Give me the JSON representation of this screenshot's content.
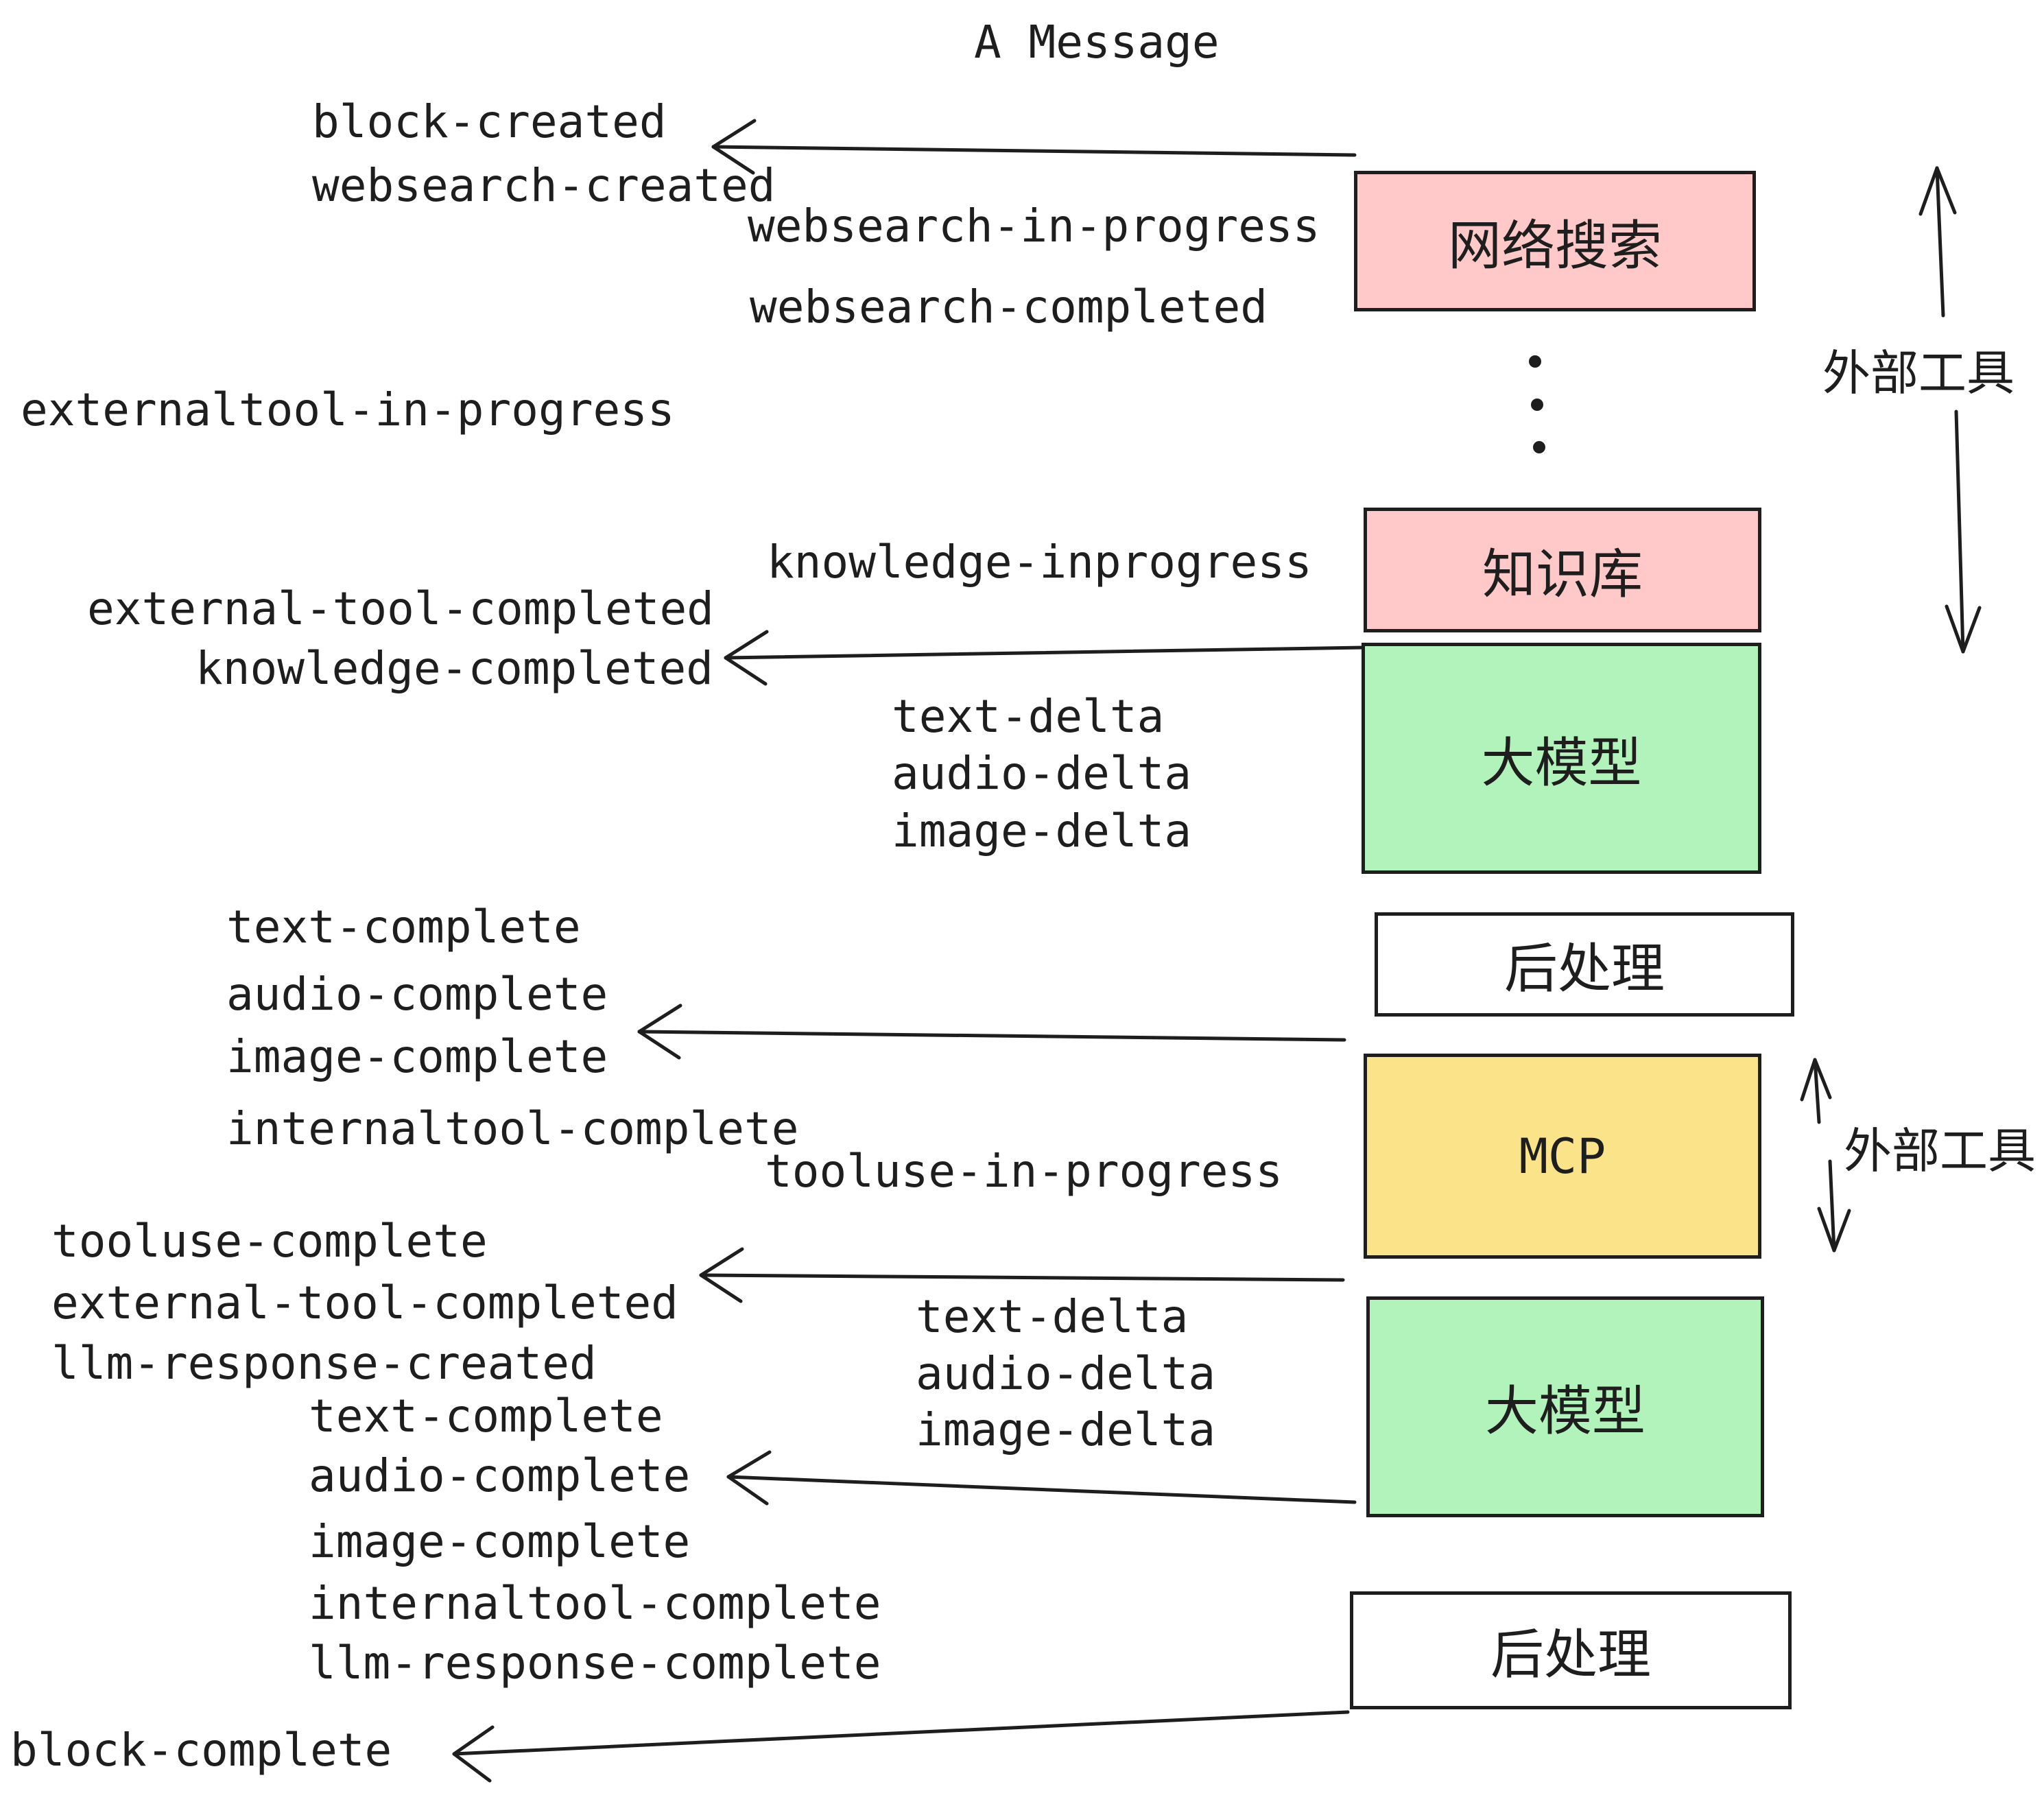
{
  "title": "A Message",
  "boxes": [
    {
      "id": "websearch",
      "label": "网络搜索",
      "color": "#FFC9C9"
    },
    {
      "id": "knowledge",
      "label": "知识库",
      "color": "#FFC9C9"
    },
    {
      "id": "llm-1",
      "label": "大模型",
      "color": "#B2F2BB"
    },
    {
      "id": "postprocess-1",
      "label": "后处理",
      "color": "#FFFFFF"
    },
    {
      "id": "mcp",
      "label": "MCP",
      "color": "#FBE38A"
    },
    {
      "id": "llm-2",
      "label": "大模型",
      "color": "#B2F2BB"
    },
    {
      "id": "postprocess-2",
      "label": "后处理",
      "color": "#FFFFFF"
    }
  ],
  "side_labels": {
    "external_tools_top": "外部工具",
    "external_tools_middle": "外部工具"
  },
  "events": [
    {
      "label": "block-created"
    },
    {
      "label": "websearch-created"
    },
    {
      "label": "websearch-in-progress"
    },
    {
      "label": "websearch-completed"
    },
    {
      "label": "externaltool-in-progress"
    },
    {
      "label": "knowledge-inprogress"
    },
    {
      "label": "external-tool-completed"
    },
    {
      "label": "knowledge-completed"
    },
    {
      "label": "text-delta"
    },
    {
      "label": "audio-delta"
    },
    {
      "label": "image-delta"
    },
    {
      "label": "text-complete"
    },
    {
      "label": "audio-complete"
    },
    {
      "label": "image-complete"
    },
    {
      "label": "internaltool-complete"
    },
    {
      "label": "tooluse-in-progress"
    },
    {
      "label": "tooluse-complete"
    },
    {
      "label": "external-tool-completed"
    },
    {
      "label": "llm-response-created"
    },
    {
      "label": "text-delta"
    },
    {
      "label": "audio-delta"
    },
    {
      "label": "image-delta"
    },
    {
      "label": "text-complete"
    },
    {
      "label": "audio-complete"
    },
    {
      "label": "image-complete"
    },
    {
      "label": "internaltool-complete"
    },
    {
      "label": "llm-response-complete"
    },
    {
      "label": "block-complete"
    }
  ],
  "colors": {
    "stroke": "#1E1E1E",
    "background": "#FFFFFF",
    "pink": "#FFC9C9",
    "green": "#B2F2BB",
    "yellow": "#FBE38A",
    "white": "#FFFFFF"
  }
}
